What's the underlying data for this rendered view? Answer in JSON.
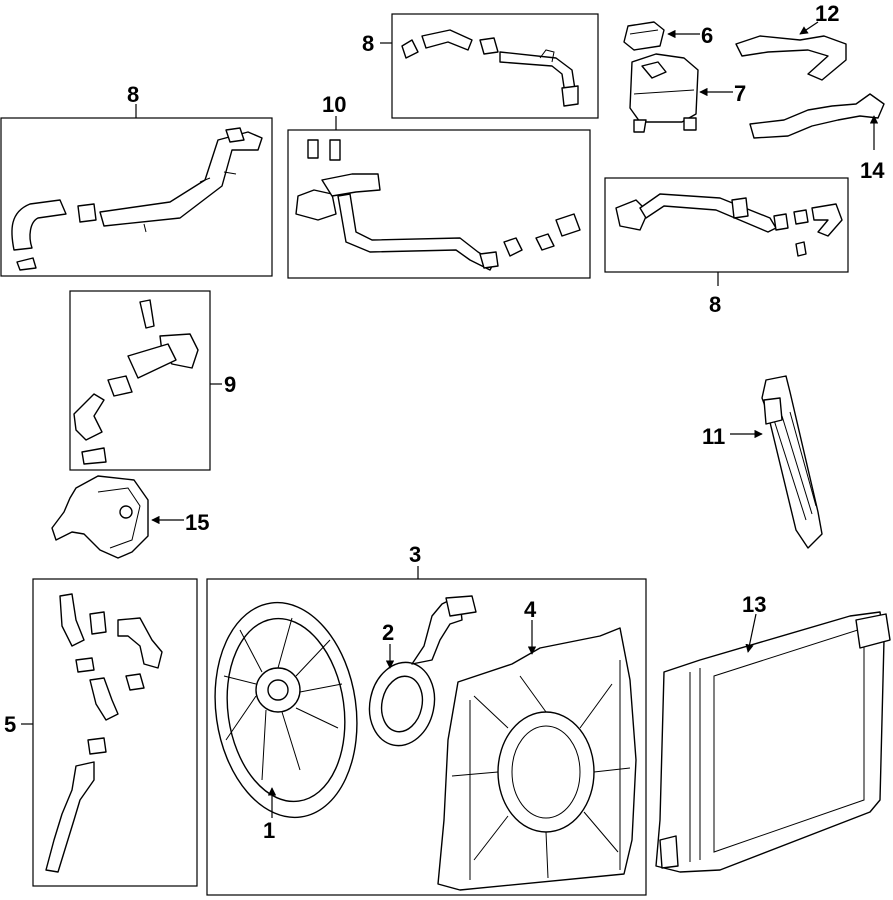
{
  "callouts": {
    "c1": "1",
    "c2": "2",
    "c3": "3",
    "c4": "4",
    "c5": "5",
    "c6": "6",
    "c7": "7",
    "c8a": "8",
    "c8b": "8",
    "c8c": "8",
    "c9": "9",
    "c10": "10",
    "c11": "11",
    "c12": "12",
    "c13": "13",
    "c14": "14",
    "c15": "15"
  }
}
